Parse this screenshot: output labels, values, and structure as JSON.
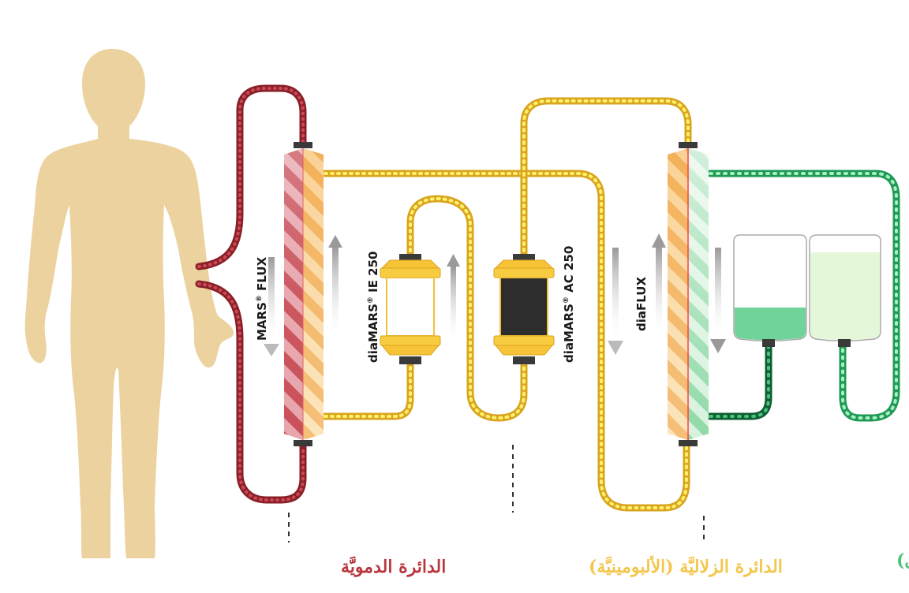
{
  "devices": {
    "mars_flux": "MARS",
    "mars_flux_suffix": " FLUX",
    "ie250": "diaMARS",
    "ie250_suffix": " IE 250",
    "ac250": "diaMARS",
    "ac250_suffix": " AC 250",
    "diaflux": "diaFLUX",
    "registered_mark": "®"
  },
  "circuits": {
    "blood": "الدائرة الدمويَّة",
    "albumin": "الدائرة الزلاليَّة (الألبومينيَّة)",
    "dialysate": "الدائرة الدياليَّة (سائل غسيل الكلى)"
  },
  "colors": {
    "blood": "#b8373f",
    "albumin": "#f3c64c",
    "dialysate": "#4fc27a",
    "body": "#ecd29e"
  }
}
